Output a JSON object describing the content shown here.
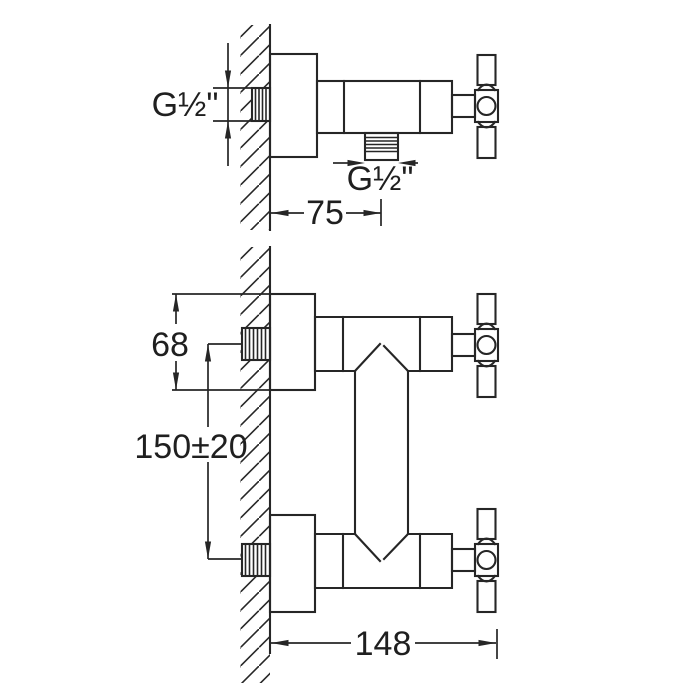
{
  "drawing": {
    "line_color": "#262626",
    "background": "#ffffff",
    "views": {
      "side": {
        "dims": {
          "inlet": {
            "label": "G½\""
          },
          "outlet": {
            "label": "G½\""
          },
          "depth": {
            "label": "75",
            "value": 75
          }
        }
      },
      "front": {
        "dims": {
          "height": {
            "label": "68",
            "value": 68
          },
          "spacing": {
            "label": "150±20",
            "value": 150,
            "tolerance": 20
          },
          "width": {
            "label": "148",
            "value": 148
          }
        }
      }
    }
  }
}
